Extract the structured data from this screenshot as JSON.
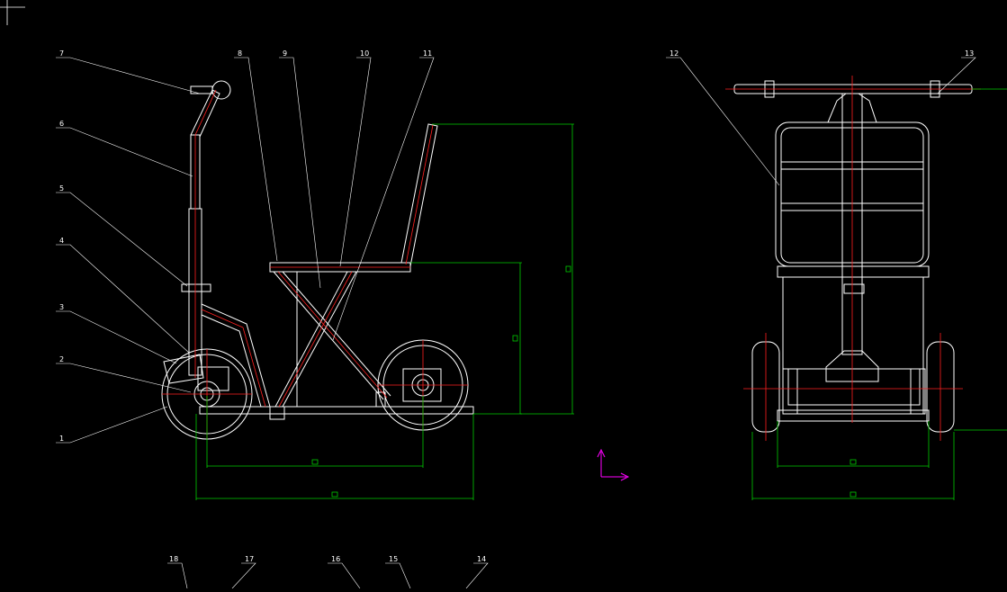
{
  "drawing": {
    "background": "#000000",
    "colors": {
      "outline": "#ffffff",
      "centerline": "#ff2020",
      "dimension": "#00cc00",
      "ucs": "#ff00ff",
      "leader": "#ffffff"
    },
    "part_labels": [
      "1",
      "2",
      "3",
      "4",
      "5",
      "6",
      "7",
      "8",
      "9",
      "10",
      "11",
      "12",
      "13",
      "14",
      "15",
      "16",
      "17",
      "18"
    ]
  }
}
